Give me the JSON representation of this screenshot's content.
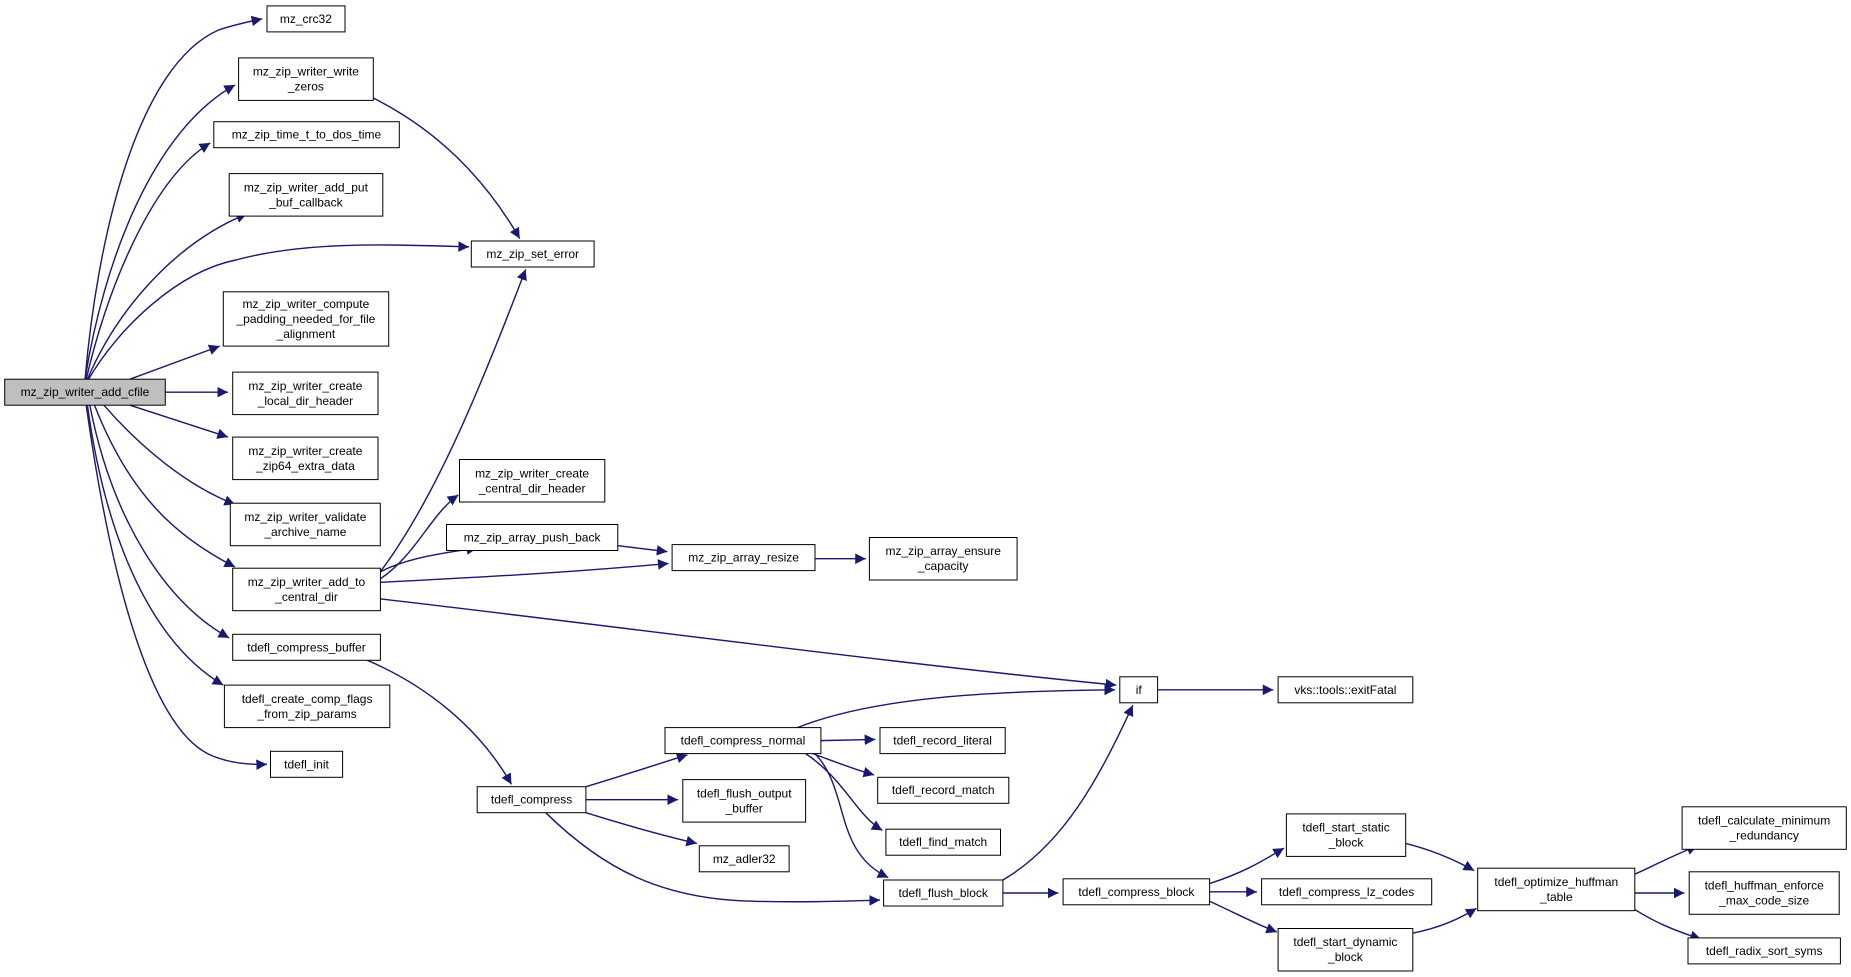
{
  "graph": {
    "root": "n0",
    "nodes": {
      "n0": [
        "mz_zip_writer_add_cfile"
      ],
      "n1": [
        "mz_crc32"
      ],
      "n2": [
        "mz_zip_writer_write",
        "_zeros"
      ],
      "n3": [
        "mz_zip_time_t_to_dos_time"
      ],
      "n4": [
        "mz_zip_writer_add_put",
        "_buf_callback"
      ],
      "n5": [
        "mz_zip_set_error"
      ],
      "n6": [
        "mz_zip_writer_compute",
        "_padding_needed_for_file",
        "_alignment"
      ],
      "n7": [
        "mz_zip_writer_create",
        "_local_dir_header"
      ],
      "n8": [
        "mz_zip_writer_create",
        "_zip64_extra_data"
      ],
      "n9": [
        "mz_zip_writer_validate",
        "_archive_name"
      ],
      "n10": [
        "mz_zip_writer_add_to",
        "_central_dir"
      ],
      "n11": [
        "mz_zip_writer_create",
        "_central_dir_header"
      ],
      "n12": [
        "mz_zip_array_push_back"
      ],
      "n13": [
        "mz_zip_array_resize"
      ],
      "n14": [
        "mz_zip_array_ensure",
        "_capacity"
      ],
      "n15": [
        "if"
      ],
      "n16": [
        "vks::tools::exitFatal"
      ],
      "n17": [
        "tdefl_compress_buffer"
      ],
      "n18": [
        "tdefl_create_comp_flags",
        "_from_zip_params"
      ],
      "n19": [
        "tdefl_init"
      ],
      "n20": [
        "tdefl_compress"
      ],
      "n21": [
        "tdefl_compress_normal"
      ],
      "n22": [
        "tdefl_flush_output",
        "_buffer"
      ],
      "n23": [
        "mz_adler32"
      ],
      "n24": [
        "tdefl_record_literal"
      ],
      "n25": [
        "tdefl_record_match"
      ],
      "n26": [
        "tdefl_find_match"
      ],
      "n27": [
        "tdefl_flush_block"
      ],
      "n28": [
        "tdefl_compress_block"
      ],
      "n29": [
        "tdefl_start_static",
        "_block"
      ],
      "n30": [
        "tdefl_compress_lz_codes"
      ],
      "n31": [
        "tdefl_start_dynamic",
        "_block"
      ],
      "n32": [
        "tdefl_optimize_huffman",
        "_table"
      ],
      "n33": [
        "tdefl_calculate_minimum",
        "_redundancy"
      ],
      "n34": [
        "tdefl_huffman_enforce",
        "_max_code_size"
      ],
      "n35": [
        "tdefl_radix_sort_syms"
      ]
    },
    "edges": [
      [
        "n0",
        "n1"
      ],
      [
        "n0",
        "n2"
      ],
      [
        "n0",
        "n3"
      ],
      [
        "n0",
        "n4"
      ],
      [
        "n0",
        "n5"
      ],
      [
        "n0",
        "n6"
      ],
      [
        "n0",
        "n7"
      ],
      [
        "n0",
        "n8"
      ],
      [
        "n0",
        "n9"
      ],
      [
        "n0",
        "n10"
      ],
      [
        "n0",
        "n17"
      ],
      [
        "n0",
        "n18"
      ],
      [
        "n0",
        "n19"
      ],
      [
        "n2",
        "n5"
      ],
      [
        "n10",
        "n5"
      ],
      [
        "n10",
        "n11"
      ],
      [
        "n10",
        "n12"
      ],
      [
        "n10",
        "n13"
      ],
      [
        "n10",
        "n15"
      ],
      [
        "n12",
        "n13"
      ],
      [
        "n13",
        "n14"
      ],
      [
        "n15",
        "n16"
      ],
      [
        "n17",
        "n20"
      ],
      [
        "n20",
        "n21"
      ],
      [
        "n20",
        "n22"
      ],
      [
        "n20",
        "n23"
      ],
      [
        "n20",
        "n27"
      ],
      [
        "n21",
        "n15"
      ],
      [
        "n21",
        "n24"
      ],
      [
        "n21",
        "n25"
      ],
      [
        "n21",
        "n26"
      ],
      [
        "n21",
        "n27"
      ],
      [
        "n27",
        "n15"
      ],
      [
        "n27",
        "n28"
      ],
      [
        "n28",
        "n29"
      ],
      [
        "n28",
        "n30"
      ],
      [
        "n28",
        "n31"
      ],
      [
        "n29",
        "n32"
      ],
      [
        "n31",
        "n32"
      ],
      [
        "n32",
        "n33"
      ],
      [
        "n32",
        "n34"
      ],
      [
        "n32",
        "n35"
      ]
    ]
  },
  "colors": {
    "edge": "#191970",
    "node_border": "#000000",
    "root_fill": "#bfbfbf",
    "node_fill": "#ffffff"
  }
}
